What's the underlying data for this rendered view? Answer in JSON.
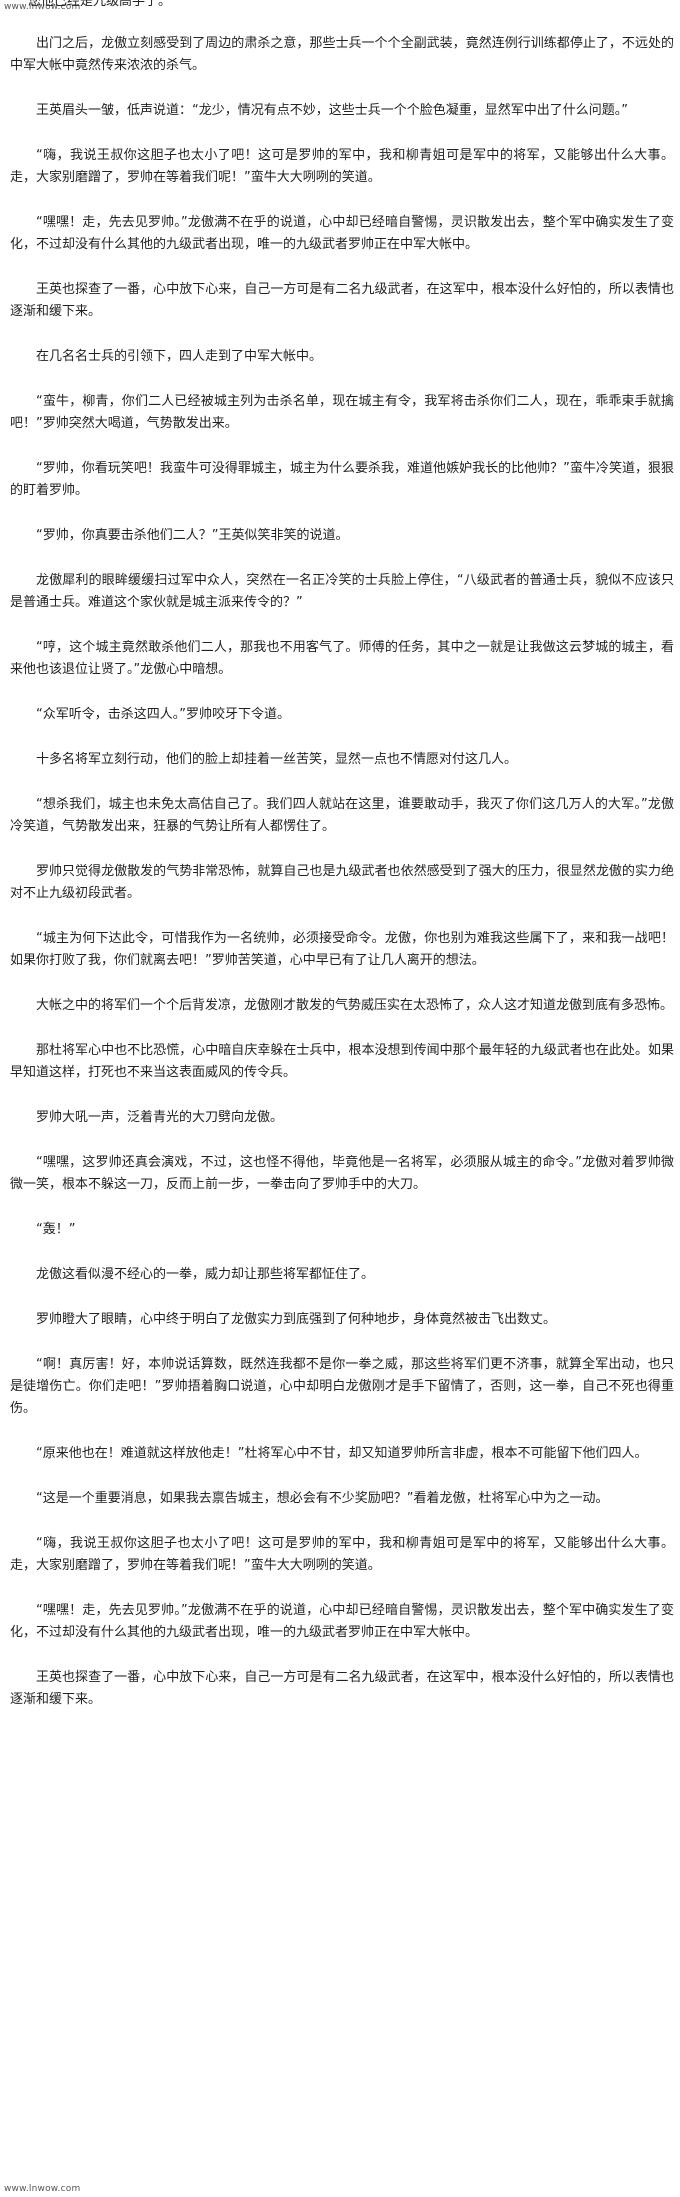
{
  "watermark": {
    "top": "www.lnwow.com",
    "bottom": "www.lnwow.com"
  },
  "lead_line": "您他已经是九级高手了。",
  "paragraphs": [
    "出门之后，龙傲立刻感受到了周边的肃杀之意，那些士兵一个个全副武装，竟然连例行训练都停止了，不远处的中军大帐中竟然传来浓浓的杀气。",
    "王英眉头一皱，低声说道：“龙少，情况有点不妙，这些士兵一个个脸色凝重，显然军中出了什么问题。”",
    "“嗨，我说王叔你这胆子也太小了吧！这可是罗帅的军中，我和柳青姐可是军中的将军，又能够出什么大事。走，大家别磨蹭了，罗帅在等着我们呢！”蛮牛大大咧咧的笑道。",
    "“嘿嘿！走，先去见罗帅。”龙傲满不在乎的说道，心中却已经暗自警惕，灵识散发出去，整个军中确实发生了变化，不过却没有什么其他的九级武者出现，唯一的九级武者罗帅正在中军大帐中。",
    "王英也探查了一番，心中放下心来，自己一方可是有二名九级武者，在这军中，根本没什么好怕的，所以表情也逐渐和缓下来。",
    "在几名名士兵的引领下，四人走到了中军大帐中。",
    "“蛮牛，柳青，你们二人已经被城主列为击杀名单，现在城主有令，我军将击杀你们二人，现在，乖乖束手就擒吧！”罗帅突然大喝道，气势散发出来。",
    "“罗帅，你看玩笑吧！我蛮牛可没得罪城主，城主为什么要杀我，难道他嫉妒我长的比他帅？”蛮牛冷笑道，狠狠的盯着罗帅。",
    "“罗帅，你真要击杀他们二人？”王英似笑非笑的说道。",
    "龙傲犀利的眼眸缓缓扫过军中众人，突然在一名正冷笑的士兵脸上停住，“八级武者的普通士兵，貌似不应该只是普通士兵。难道这个家伙就是城主派来传令的？”",
    "“哼，这个城主竟然敢杀他们二人，那我也不用客气了。师傅的任务，其中之一就是让我做这云梦城的城主，看来他也该退位让贤了。”龙傲心中暗想。",
    "“众军听令，击杀这四人。”罗帅咬牙下令道。",
    "十多名将军立刻行动，他们的脸上却挂着一丝苦笑，显然一点也不情愿对付这几人。",
    "“想杀我们，城主也未免太高估自己了。我们四人就站在这里，谁要敢动手，我灭了你们这几万人的大军。”龙傲冷笑道，气势散发出来，狂暴的气势让所有人都愣住了。",
    "罗帅只觉得龙傲散发的气势非常恐怖，就算自己也是九级武者也依然感受到了强大的压力，很显然龙傲的实力绝对不止九级初段武者。",
    "“城主为何下达此令，可惜我作为一名统帅，必须接受命令。龙傲，你也别为难我这些属下了，来和我一战吧！如果你打败了我，你们就离去吧！”罗帅苦笑道，心中早已有了让几人离开的想法。",
    "大帐之中的将军们一个个后背发凉，龙傲刚才散发的气势威压实在太恐怖了，众人这才知道龙傲到底有多恐怖。",
    "那杜将军心中也不比恐慌，心中暗自庆幸躲在士兵中，根本没想到传闻中那个最年轻的九级武者也在此处。如果早知道这样，打死也不来当这表面威风的传令兵。",
    "罗帅大吼一声，泛着青光的大刀劈向龙傲。",
    "“嘿嘿，这罗帅还真会演戏，不过，这也怪不得他，毕竟他是一名将军，必须服从城主的命令。”龙傲对着罗帅微微一笑，根本不躲这一刀，反而上前一步，一拳击向了罗帅手中的大刀。",
    "“轰！”",
    "龙傲这看似漫不经心的一拳，威力却让那些将军都怔住了。",
    "罗帅瞪大了眼睛，心中终于明白了龙傲实力到底强到了何种地步，身体竟然被击飞出数丈。",
    "“啊！真厉害！好，本帅说话算数，既然连我都不是你一拳之威，那这些将军们更不济事，就算全军出动，也只是徒增伤亡。你们走吧！”罗帅捂着胸口说道，心中却明白龙傲刚才是手下留情了，否则，这一拳，自己不死也得重伤。",
    "“原来他也在！难道就这样放他走！”杜将军心中不甘，却又知道罗帅所言非虚，根本不可能留下他们四人。",
    "“这是一个重要消息，如果我去禀告城主，想必会有不少奖励吧？”看着龙傲，杜将军心中为之一动。",
    "“嗨，我说王叔你这胆子也太小了吧！这可是罗帅的军中，我和柳青姐可是军中的将军，又能够出什么大事。走，大家别磨蹭了，罗帅在等着我们呢！”蛮牛大大咧咧的笑道。",
    "“嘿嘿！走，先去见罗帅。”龙傲满不在乎的说道，心中却已经暗自警惕，灵识散发出去，整个军中确实发生了变化，不过却没有什么其他的九级武者出现，唯一的九级武者罗帅正在中军大帐中。",
    "王英也探查了一番，心中放下心来，自己一方可是有二名九级武者，在这军中，根本没什么好怕的，所以表情也逐渐和缓下来。"
  ]
}
